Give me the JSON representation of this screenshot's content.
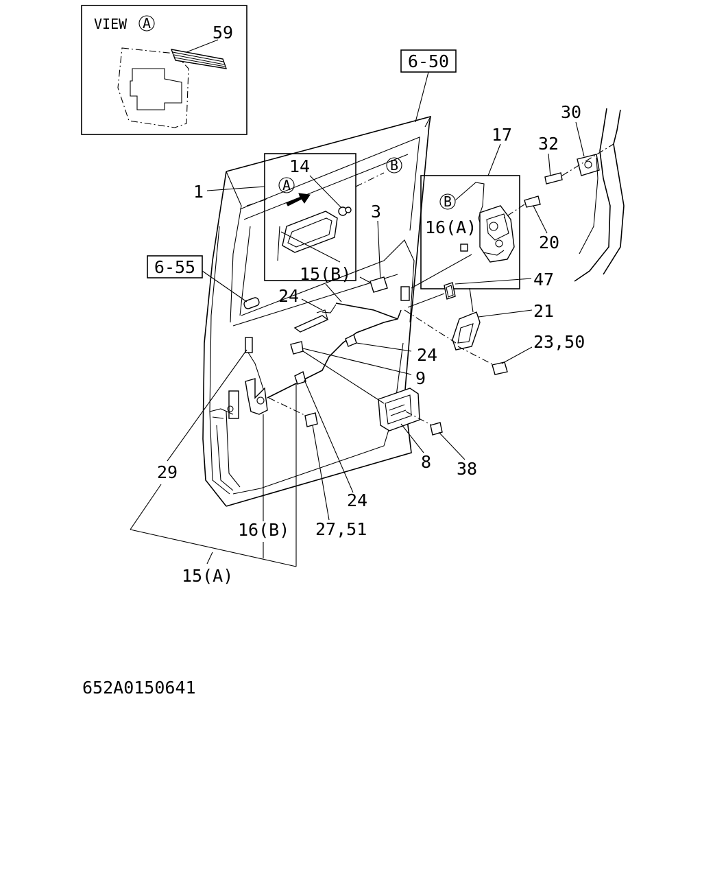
{
  "view_inset": {
    "title": "VIEW",
    "ref": "A"
  },
  "callouts": {
    "c59": "59",
    "c1": "1",
    "c14": "14",
    "c3": "3",
    "c17": "17",
    "c32": "32",
    "c30": "30",
    "c16a": "16(A)",
    "c20": "20",
    "c15b": "15(B)",
    "c24a": "24",
    "c47": "47",
    "c21": "21",
    "c2350": "23,50",
    "c24b": "24",
    "c9": "9",
    "c29": "29",
    "c8": "8",
    "c38": "38",
    "c24c": "24",
    "c16b": "16(B)",
    "c2751": "27,51",
    "c15a": "15(A)"
  },
  "reference_boxes": {
    "r650": "6-50",
    "r655": "6-55"
  },
  "circle_markers": {
    "a1": "A",
    "a2": "A",
    "b1": "B",
    "b2": "B"
  },
  "drawing_number": "652A0150641"
}
